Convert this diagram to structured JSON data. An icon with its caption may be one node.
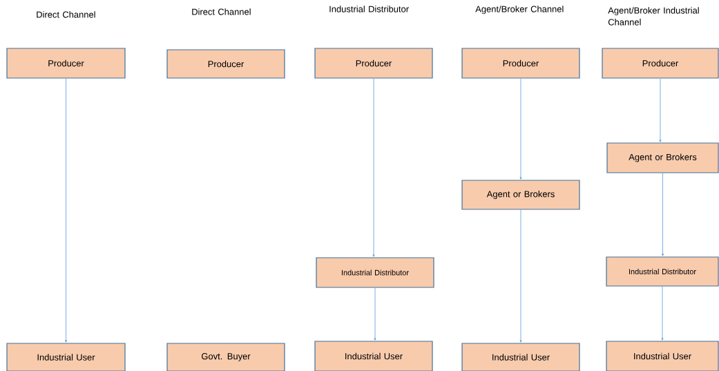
{
  "diagram": {
    "nodes": [
      {
        "text": [
          "Producer"
        ]
      },
      {
        "text": [
          "Industrial User"
        ]
      },
      {
        "text": [
          "Producer"
        ]
      },
      {
        "text": [
          "Govt. Buyer"
        ]
      },
      {
        "text": [
          "Producer"
        ]
      },
      {
        "text": [
          "Industrial Distributor"
        ]
      },
      {
        "text": [
          "Industrial User"
        ]
      },
      {
        "text": [
          "Producer"
        ]
      },
      {
        "text": [
          "Agent or Brokers"
        ]
      },
      {
        "text": [
          "Industrial User"
        ]
      },
      {
        "text": [
          "Producer"
        ]
      },
      {
        "text": [
          "Agent or Brokers"
        ]
      },
      {
        "text": [
          "Industrial Distributor"
        ]
      },
      {
        "text": [
          "Industrial User"
        ]
      }
    ],
    "edges": [
      {
        "from": 0,
        "to": 1,
        "arrow": "to"
      },
      {
        "from": 4,
        "to": 5,
        "arrow": "to"
      },
      {
        "from": 5,
        "to": 6,
        "arrow": "to"
      },
      {
        "from": 7,
        "to": 8,
        "arrow": "to"
      },
      {
        "from": 8,
        "to": 9,
        "arrow": "to"
      },
      {
        "from": 10,
        "to": 11,
        "arrow": "to"
      },
      {
        "from": 11,
        "to": 12,
        "arrow": "to"
      },
      {
        "from": 12,
        "to": 13,
        "arrow": "to"
      }
    ],
    "labels": [
      "Direct Channel",
      "Direct Channel",
      "Industrial Distributor",
      "Agent/Broker Channel",
      "Agent/Broker Industrial Channel"
    ]
  }
}
